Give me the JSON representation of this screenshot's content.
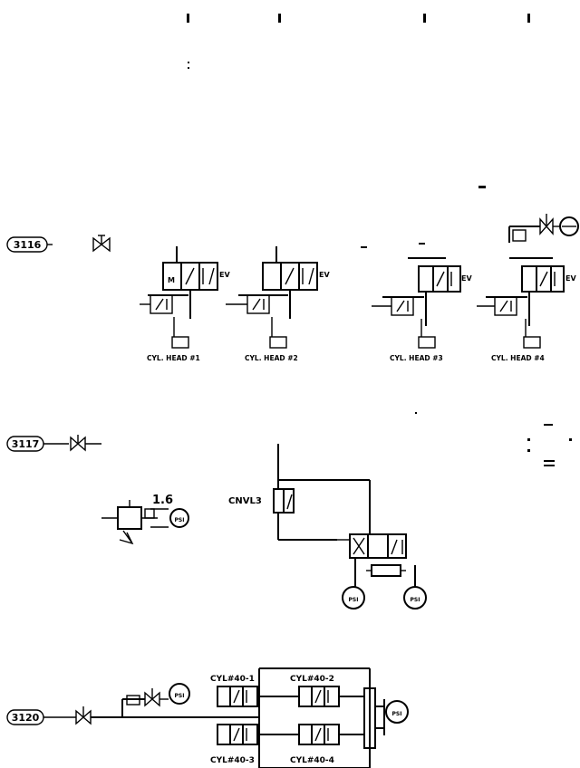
{
  "row_tags": {
    "r1": "3116",
    "r2": "3117",
    "r3": "3120"
  },
  "row1": {
    "labels": [
      "CYL. HEAD #1",
      "CYL. HEAD #2",
      "CYL. HEAD #3",
      "CYL. HEAD #4"
    ],
    "valve_tag": "EV",
    "port_tag": "M"
  },
  "row2": {
    "cylinder_label": "CNVL3",
    "pressure_value": "1.6",
    "gauge_units": [
      "PSI",
      "PSI",
      "PSI"
    ]
  },
  "row3": {
    "valve_labels": [
      "CYL#40-1",
      "CYL#40-2",
      "CYL#40-3",
      "CYL#40-4"
    ],
    "gauge_units": [
      "PSI",
      "PSI"
    ]
  }
}
